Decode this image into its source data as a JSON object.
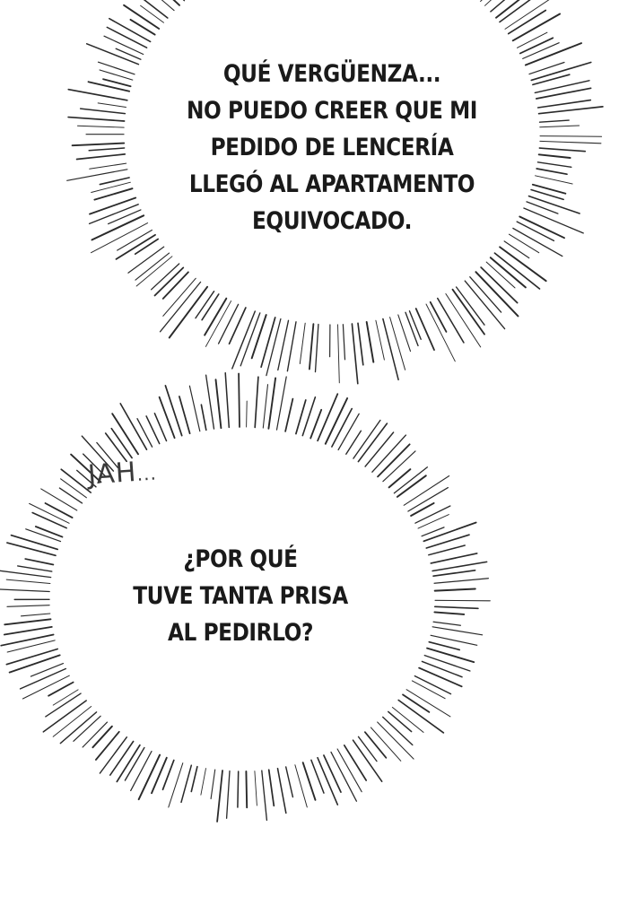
{
  "panel": {
    "bubble_1": {
      "lines": [
        "QUÉ VERGÜENZA...",
        "NO PUEDO CREER QUE MI",
        "PEDIDO DE LENCERÍA",
        "LLEGÓ AL APARTAMENTO",
        "EQUIVOCADO."
      ]
    },
    "sound_effect": {
      "text": "JAH",
      "trail": "..."
    },
    "bubble_2": {
      "lines": [
        "¿POR QUÉ",
        "TUVE TANTA PRISA",
        "AL PEDIRLO?"
      ]
    }
  },
  "colors": {
    "background": "#ffffff",
    "burst_lines": "#2a2a2a",
    "text": "#1a1a1a"
  }
}
